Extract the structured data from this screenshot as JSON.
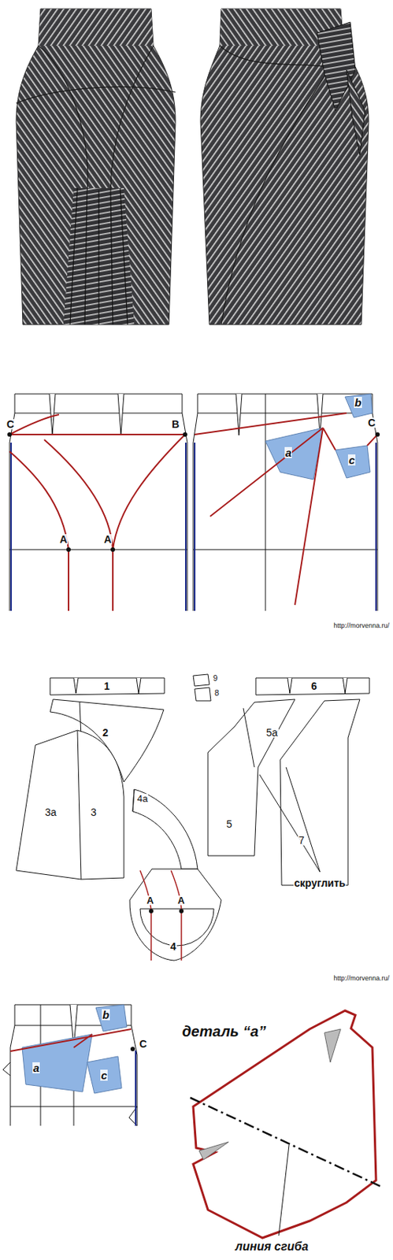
{
  "diagram": {
    "labels": [
      "C",
      "B",
      "A",
      "A",
      "b",
      "a",
      "C",
      "c",
      "http://morvenna.ru/",
      "1",
      "9",
      "8",
      "6",
      "2",
      "5a",
      "3a",
      "3",
      "4a",
      "5",
      "7",
      "скруглить",
      "A",
      "A",
      "4",
      "http://morvenna.ru/",
      "b",
      "a",
      "C",
      "c",
      "деталь “a”",
      "линия сгиба"
    ]
  }
}
